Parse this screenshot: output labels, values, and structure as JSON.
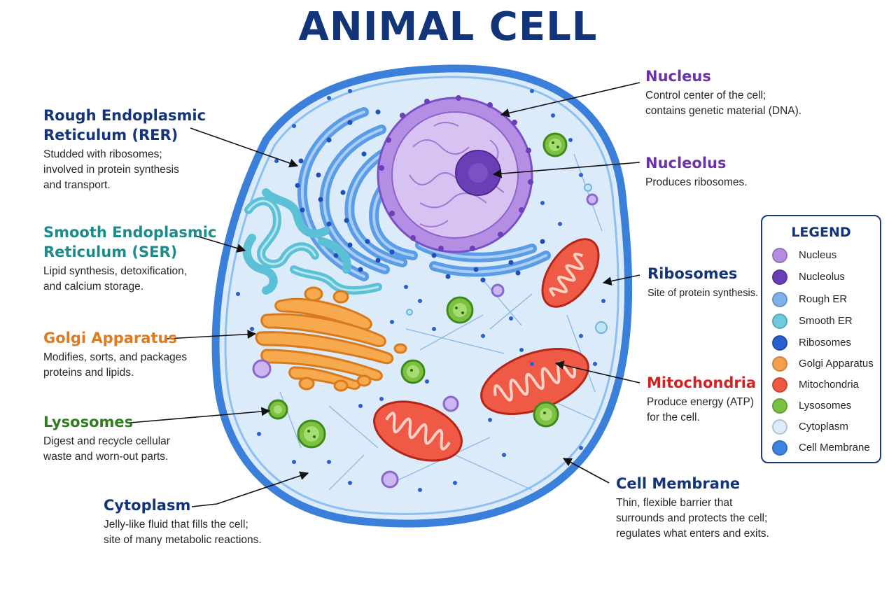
{
  "title": "ANIMAL CELL",
  "labels": {
    "rer": {
      "heading": [
        "Rough Endoplasmic",
        "Reticulum (RER)"
      ],
      "desc": [
        "Studded with ribosomes;",
        "involved in protein synthesis",
        "and transport."
      ]
    },
    "ser": {
      "heading": [
        "Smooth Endoplasmic",
        "Reticulum (SER)"
      ],
      "desc": [
        "Lipid synthesis, detoxification,",
        "and calcium storage."
      ]
    },
    "golgi": {
      "heading": [
        "Golgi Apparatus"
      ],
      "desc": [
        "Modifies, sorts, and packages",
        "proteins and lipids."
      ]
    },
    "lysosomes": {
      "heading": [
        "Lysosomes"
      ],
      "desc": [
        "Digest and recycle cellular",
        "waste and worn-out parts."
      ]
    },
    "cytoplasm": {
      "heading": [
        "Cytoplasm"
      ],
      "desc": [
        "Jelly-like fluid that fills the cell;",
        "site of many metabolic reactions."
      ]
    },
    "nucleus": {
      "heading": [
        "Nucleus"
      ],
      "desc": [
        "Control center of the cell;",
        "contains genetic material (DNA)."
      ]
    },
    "nucleolus": {
      "heading": [
        "Nucleolus"
      ],
      "desc": [
        "Produces ribosomes."
      ]
    },
    "ribosomes": {
      "heading": [
        "Ribosomes"
      ],
      "desc": [
        "Site of protein synthesis."
      ]
    },
    "mitochondria": {
      "heading": [
        "Mitochondria"
      ],
      "desc": [
        "Produce energy (ATP)",
        "for the cell."
      ]
    },
    "membrane": {
      "heading": [
        "Cell Membrane"
      ],
      "desc": [
        "Thin, flexible barrier that",
        "surrounds and protects the cell;",
        "regulates what enters and exits."
      ]
    }
  },
  "legend": {
    "title": "LEGEND",
    "items": [
      {
        "label": "Nucleus",
        "color": "#b58be0"
      },
      {
        "label": "Nucleolus",
        "color": "#6a3fb5"
      },
      {
        "label": "Rough ER",
        "color": "#7fb2ea"
      },
      {
        "label": "Smooth ER",
        "color": "#6ccbdd"
      },
      {
        "label": "Ribosomes",
        "color": "#2a5fcf"
      },
      {
        "label": "Golgi Apparatus",
        "color": "#f5a04a"
      },
      {
        "label": "Mitochondria",
        "color": "#ee5844"
      },
      {
        "label": "Lysosomes",
        "color": "#7cc142"
      },
      {
        "label": "Cytoplasm",
        "color": "#dcecfa"
      },
      {
        "label": "Cell Membrane",
        "color": "#3a86e0"
      }
    ]
  },
  "colors": {
    "title": "#12357a",
    "rer": "#12357a",
    "ser": "#1e8a8a",
    "golgi": "#e07a1f",
    "lysosomes": "#2e7d1e",
    "cytoplasm": "#12357a",
    "nucleus": "#6a33a8",
    "nucleolus": "#6a33a8",
    "ribosomes": "#12357a",
    "mitochondria": "#d42020",
    "membrane": "#12357a"
  }
}
